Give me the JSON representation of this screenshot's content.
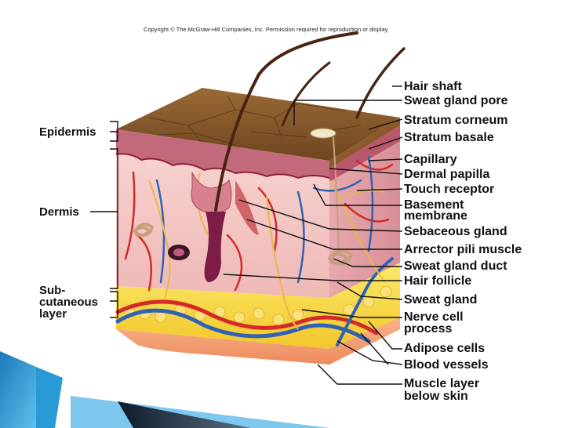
{
  "copyright": "Copyright © The McGraw-Hill Companies, Inc. Permission required for reproduction or display.",
  "left_labels": {
    "epidermis": "Epidermis",
    "dermis": "Dermis",
    "subcutaneous_1": "Sub-",
    "subcutaneous_2": "cutaneous",
    "subcutaneous_3": "layer"
  },
  "right_labels": {
    "hair_shaft": "Hair shaft",
    "sweat_gland_pore": "Sweat gland pore",
    "stratum_corneum": "Stratum corneum",
    "stratum_basale": "Stratum basale",
    "capillary": "Capillary",
    "dermal_papilla": "Dermal papilla",
    "touch_receptor": "Touch receptor",
    "basement_1": "Basement",
    "basement_2": "membrane",
    "sebaceous_gland": "Sebaceous gland",
    "arrector_pili_muscle": "Arrector pili muscle",
    "sweat_gland_duct": "Sweat gland duct",
    "hair_follicle": "Hair follicle",
    "sweat_gland": "Sweat gland",
    "nerve_1": "Nerve cell",
    "nerve_2": "process",
    "adipose_cells": "Adipose cells",
    "blood_vessels": "Blood vessels",
    "muscle_1": "Muscle layer",
    "muscle_2": "below skin"
  },
  "colors": {
    "epidermis_top": "#8a5a2b",
    "dermis": "#f3c9c6",
    "basale": "#a5344f",
    "fat": "#f7dc3a",
    "muscle": "#f4a076",
    "artery": "#d42a2a",
    "vein": "#2f62b4",
    "nerve": "#e8b84a",
    "slide_accent": "#1f8fcf"
  }
}
